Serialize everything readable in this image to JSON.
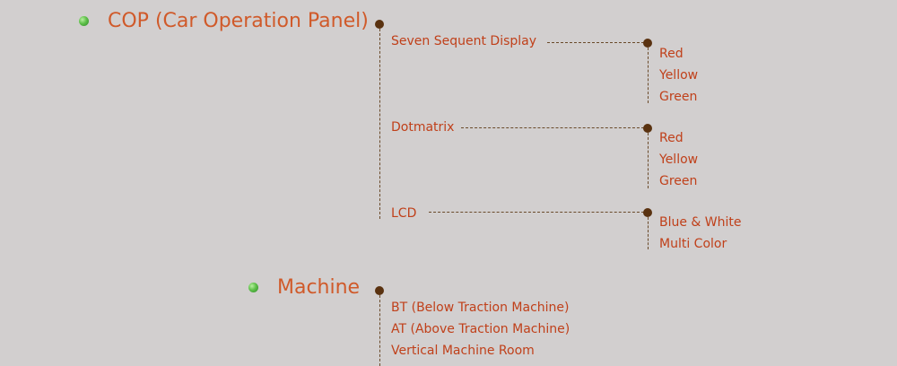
{
  "sections": [
    {
      "title": "COP (Car Operation Panel)",
      "items": [
        {
          "label": "Seven Sequent Display",
          "options": [
            "Red",
            "Yellow",
            "Green"
          ]
        },
        {
          "label": "Dotmatrix",
          "options": [
            "Red",
            "Yellow",
            "Green"
          ]
        },
        {
          "label": "LCD",
          "options": [
            "Blue & White",
            "Multi Color"
          ]
        }
      ]
    },
    {
      "title": "Machine",
      "items": [
        {
          "label": "BT (Below Traction Machine)"
        },
        {
          "label": "AT (Above Traction Machine)"
        },
        {
          "label": "Vertical Machine Room"
        }
      ]
    }
  ],
  "colors": {
    "background": "#d2cfcf",
    "title": "#d05a2a",
    "item": "#c0401a",
    "node": "#5a3210",
    "bullet": "#5fc04a"
  },
  "icons": {
    "bullet": "green-dot-icon",
    "node": "brown-dot-icon"
  }
}
